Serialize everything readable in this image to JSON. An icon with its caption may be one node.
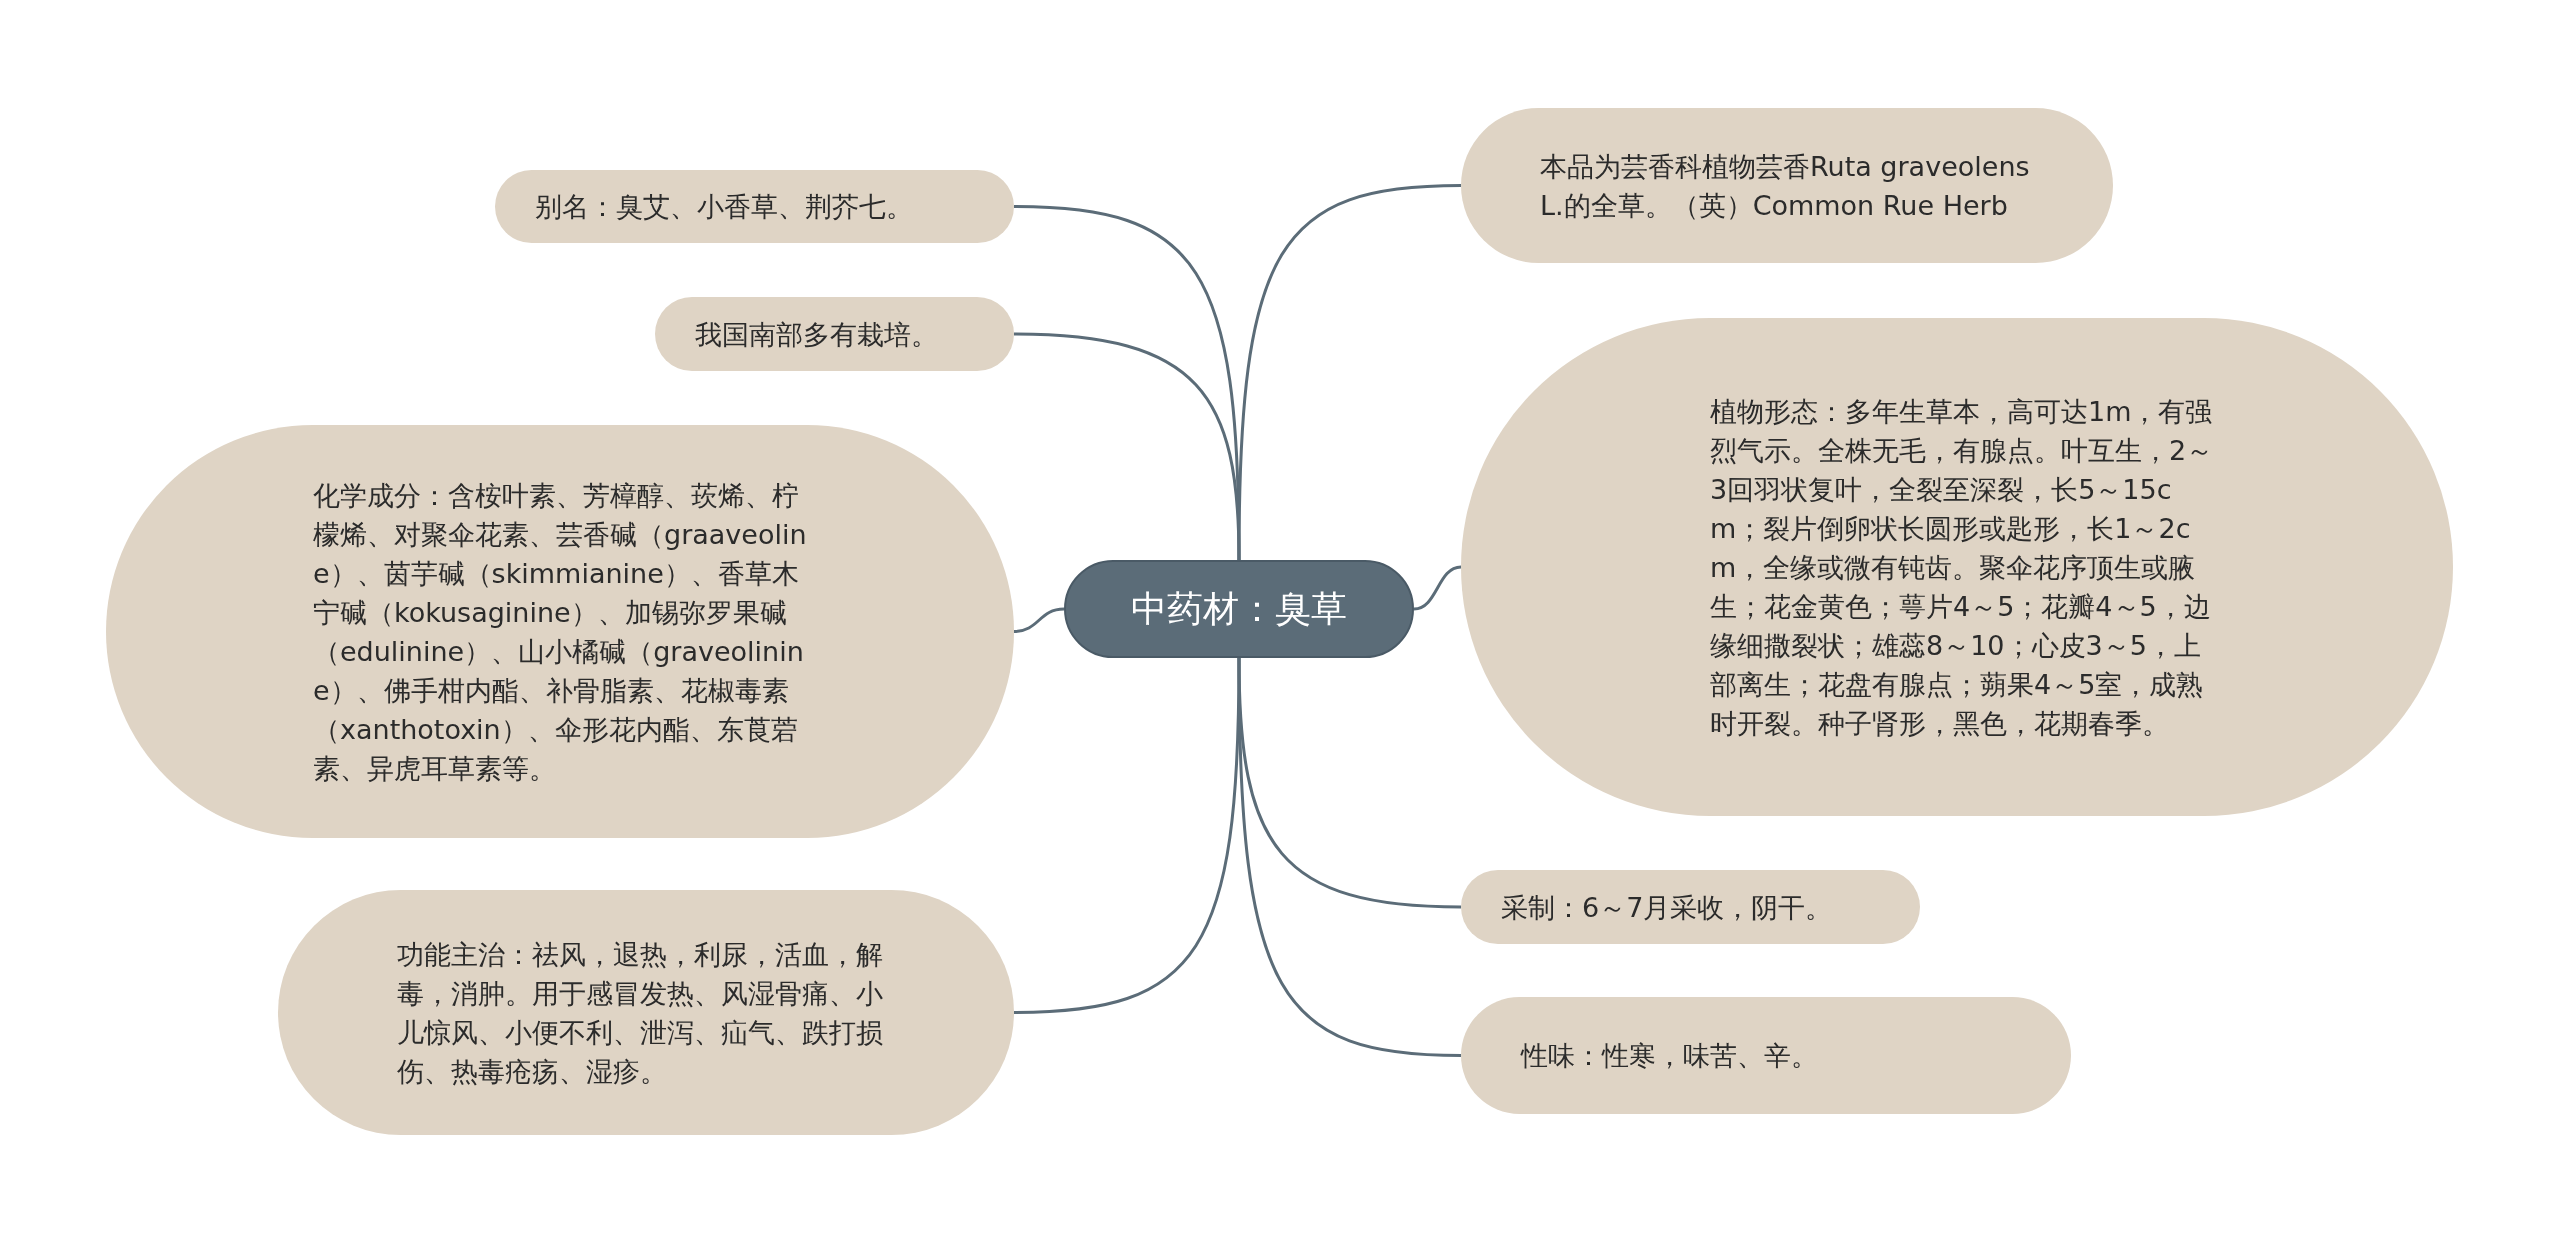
{
  "diagram": {
    "nodes": [
      {
        "text": [
          "中药材：臭草"
        ]
      },
      {
        "text": [
          "别名：臭艾、小香草、荆芥七。"
        ]
      },
      {
        "text": [
          "我国南部多有栽培。"
        ]
      },
      {
        "text": [
          "化学成分：含桉叶素、芳樟醇、莰烯、柠檬烯、对聚伞花素、芸香碱（graaveoline）、茵芋碱（skimmianine）、香草木宁碱（kokusaginine）、加锡弥罗果碱（edulinine）、山小橘碱（graveolinine）、佛手柑内酯、补骨脂素、花椒毒素（xanthotoxin）、伞形花内酯、东莨菪素、异虎耳草素等。"
        ]
      },
      {
        "text": [
          "功能主治：祛风，退热，利尿，活血，解毒，消肿。用于感冒发热、风湿骨痛、小儿惊风、小便不利、泄泻、疝气、跌打损伤、热毒疮疡、湿疹。"
        ]
      },
      {
        "text": [
          "本品为芸香科植物芸香Ruta graveolens L.的全草。（英）Common Rue Herb"
        ]
      },
      {
        "text": [
          "植物形态：多年生草本，高可达1m，有强烈气示。全株无毛，有腺点。叶互生，2～3回羽状复叶，全裂至深裂，长5～15cm；裂片倒卵状长圆形或匙形，长1～2cm，全缘或微有钝齿。聚伞花序顶生或腋生；花金黄色；萼片4～5；花瓣4～5，边缘细撒裂状；雄蕊8～10；心皮3～5，上部离生；花盘有腺点；蒴果4～5室，成熟时开裂。种子肾形，黑色，花期春季。"
        ]
      },
      {
        "text": [
          "采制：6～7月采收，阴干。"
        ]
      },
      {
        "text": [
          "性味：性寒，味苦、辛。"
        ]
      }
    ],
    "edges": [
      {
        "from": 0,
        "to": 1,
        "arrow": "none"
      },
      {
        "from": 0,
        "to": 2,
        "arrow": "none"
      },
      {
        "from": 0,
        "to": 3,
        "arrow": "none"
      },
      {
        "from": 0,
        "to": 4,
        "arrow": "none"
      },
      {
        "from": 0,
        "to": 5,
        "arrow": "none"
      },
      {
        "from": 0,
        "to": 6,
        "arrow": "none"
      },
      {
        "from": 0,
        "to": 7,
        "arrow": "none"
      },
      {
        "from": 0,
        "to": 8,
        "arrow": "none"
      }
    ]
  }
}
